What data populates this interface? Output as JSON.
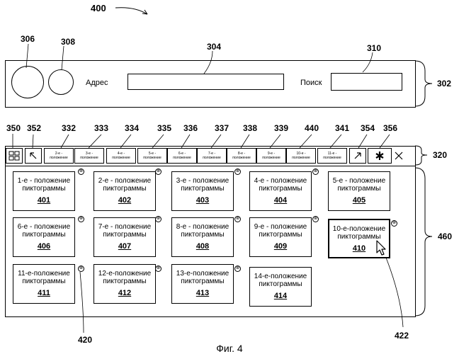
{
  "figure_number": "400",
  "caption": "Фиг. 4",
  "browser": {
    "ref": "302",
    "circle_large_ref": "306",
    "circle_small_ref": "308",
    "address_label": "Адрес",
    "address_ref": "304",
    "search_label": "Поиск",
    "search_ref": "310"
  },
  "tabbar": {
    "ref": "320",
    "grid_ref": "350",
    "back_ref": "352",
    "forward_ref": "354",
    "star_ref": "356",
    "tabs": [
      {
        "ref": "332",
        "l1": "2-е -",
        "l2": "положение"
      },
      {
        "ref": "333",
        "l1": "3-е -",
        "l2": "положение"
      },
      {
        "ref": "334",
        "l1": "4-е -",
        "l2": "положение"
      },
      {
        "ref": "335",
        "l1": "5-е -",
        "l2": "положение"
      },
      {
        "ref": "336",
        "l1": "6-е -",
        "l2": "положение"
      },
      {
        "ref": "337",
        "l1": "7-е -",
        "l2": "положение"
      },
      {
        "ref": "338",
        "l1": "8-е -",
        "l2": "положение"
      },
      {
        "ref": "339",
        "l1": "9-е -",
        "l2": "положение"
      },
      {
        "ref": "440",
        "l1": "10-е -",
        "l2": "положение"
      },
      {
        "ref": "341",
        "l1": "11-е -",
        "l2": "положение"
      }
    ]
  },
  "content": {
    "ref": "460",
    "close_ref": "420",
    "cursor_ref": "422",
    "tiles": [
      {
        "l1": "1-е - положение",
        "l2": "пиктограммы",
        "num": "401"
      },
      {
        "l1": "2-е - положение",
        "l2": "пиктограммы",
        "num": "402"
      },
      {
        "l1": "3-е - положение",
        "l2": "пиктограммы",
        "num": "403"
      },
      {
        "l1": "4-е - положение",
        "l2": "пиктограммы",
        "num": "404"
      },
      {
        "l1": "5-е - положение",
        "l2": "пиктограммы",
        "num": "405"
      },
      {
        "l1": "6-е - положение",
        "l2": "пиктограммы",
        "num": "406"
      },
      {
        "l1": "7-е - положение",
        "l2": "пиктограммы",
        "num": "407"
      },
      {
        "l1": "8-е - положение",
        "l2": "пиктограммы",
        "num": "408"
      },
      {
        "l1": "9-е - положение",
        "l2": "пиктограммы",
        "num": "409"
      },
      {
        "l1": "10-е-положение",
        "l2": "пиктограммы",
        "num": "410"
      },
      {
        "l1": "11-е-положение",
        "l2": "пиктограммы",
        "num": "411"
      },
      {
        "l1": "12-е-положение",
        "l2": "пиктограммы",
        "num": "412"
      },
      {
        "l1": "13-е-положение",
        "l2": "пиктограммы",
        "num": "413"
      },
      {
        "l1": "14-е-положение",
        "l2": "пиктограммы",
        "num": "414"
      }
    ]
  }
}
